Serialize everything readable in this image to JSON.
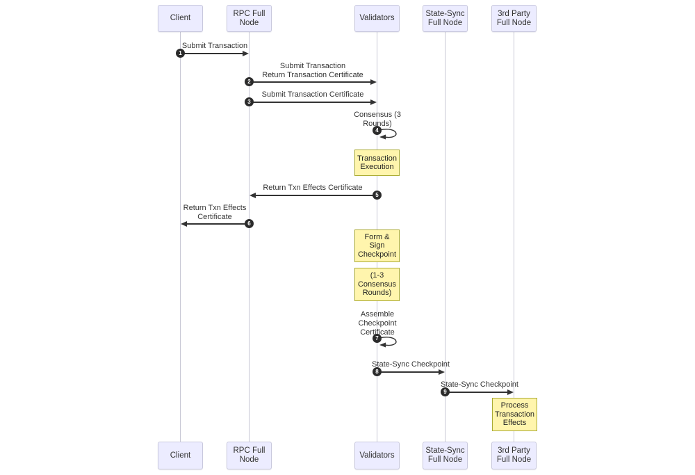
{
  "diagram": {
    "type": "sequence-diagram",
    "colors": {
      "background": "#ffffff",
      "actor_fill": "#ececff",
      "actor_border": "#c8c8dd",
      "note_fill": "#fff5ad",
      "note_border": "#aaaa33",
      "lifeline": "#c6c6d4",
      "arrow": "#333333",
      "number_circle_fill": "#2b2b2b",
      "number_circle_text": "#ffffff",
      "text": "#333333"
    }
  },
  "actors": [
    {
      "id": "client",
      "label": "Client"
    },
    {
      "id": "rpc-full-node",
      "label": "RPC Full\nNode"
    },
    {
      "id": "validators",
      "label": "Validators"
    },
    {
      "id": "state-sync-full-node",
      "label": "State-Sync\nFull Node"
    },
    {
      "id": "third-party-full-node",
      "label": "3rd Party\nFull Node"
    }
  ],
  "messages": [
    {
      "num": "1",
      "from": "client",
      "to": "rpc-full-node",
      "label": "Submit Transaction"
    },
    {
      "num": "2",
      "from": "rpc-full-node",
      "to": "validators",
      "label": "Submit Transaction\nReturn Transaction Certificate"
    },
    {
      "num": "3",
      "from": "rpc-full-node",
      "to": "validators",
      "label": "Submit Transaction Certificate"
    },
    {
      "num": "4",
      "from": "validators",
      "to": "validators",
      "label": "Consensus (3\nRounds)"
    },
    {
      "num": "5",
      "from": "validators",
      "to": "rpc-full-node",
      "label": "Return Txn Effects Certificate"
    },
    {
      "num": "6",
      "from": "rpc-full-node",
      "to": "client",
      "label": "Return Txn Effects\nCertificate"
    },
    {
      "num": "7",
      "from": "validators",
      "to": "validators",
      "label": "Assemble\nCheckpoint\nCertificate"
    },
    {
      "num": "8",
      "from": "validators",
      "to": "state-sync-full-node",
      "label": "State-Sync Checkpoint"
    },
    {
      "num": "9",
      "from": "state-sync-full-node",
      "to": "third-party-full-node",
      "label": "State-Sync Checkpoint"
    }
  ],
  "notes": [
    {
      "over": "validators",
      "label": "Transaction\nExecution"
    },
    {
      "over": "validators",
      "label": "Form &\nSign\nCheckpoint"
    },
    {
      "over": "validators",
      "label": "(1-3\nConsensus\nRounds)"
    },
    {
      "over": "third-party-full-node",
      "label": "Process\nTransaction\nEffects"
    }
  ]
}
